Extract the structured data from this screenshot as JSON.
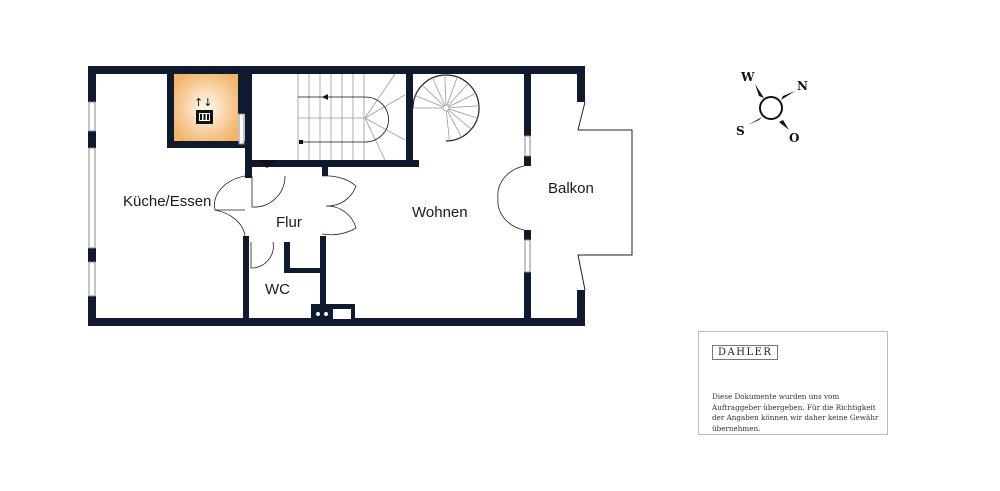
{
  "rooms": {
    "kitchen": "Küche/Essen",
    "hall": "Flur",
    "wc": "WC",
    "living": "Wohnen",
    "balcony": "Balkon"
  },
  "compass": {
    "w": "W",
    "n": "N",
    "s": "S",
    "o": "O"
  },
  "disclaimer": {
    "logo": "DAHLER",
    "text": "Diese Dokumente wurden uns vom Auftraggeber übergeben. Für die Richtigkeit der Angaben können wir daher keine Gewähr übernehmen."
  },
  "colors": {
    "wall": "#0f1a2e",
    "lift": "#f2b36b"
  }
}
